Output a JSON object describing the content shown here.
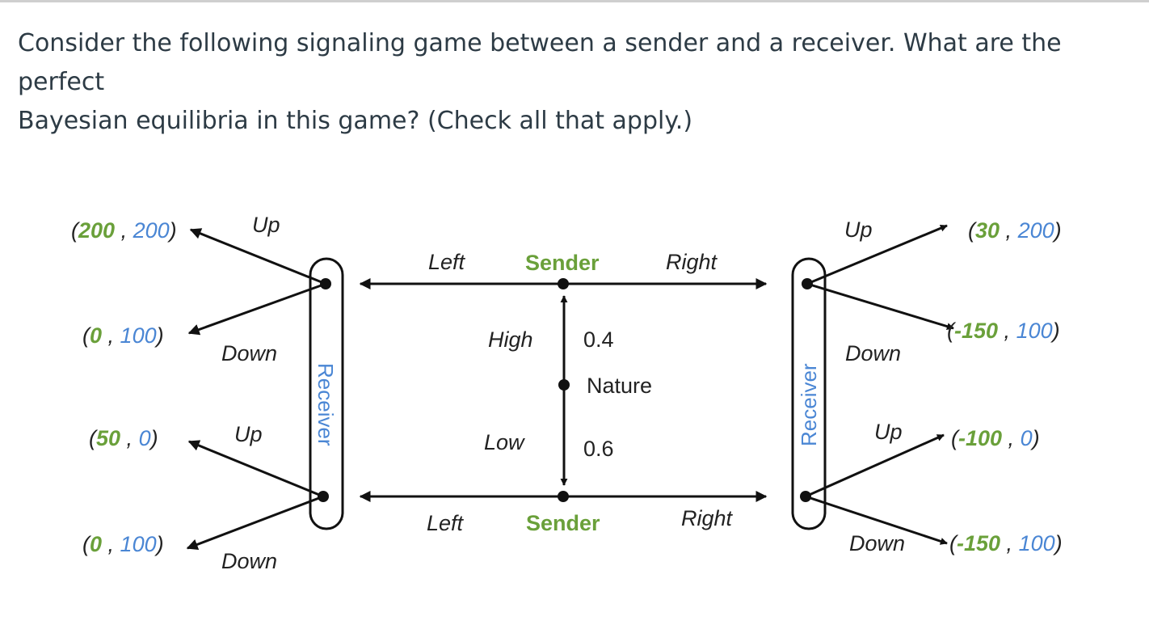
{
  "question": {
    "line1": "Consider the following signaling game between a sender and a receiver. What are the perfect",
    "line2": "Bayesian equilibria in this game? (Check all that apply.)"
  },
  "colors": {
    "sender": "#6aa03a",
    "receiver": "#4a86d4",
    "text": "#2d3b45",
    "lines": "#111111"
  },
  "game": {
    "nature": {
      "label": "Nature",
      "high_label": "High",
      "high_prob": "0.4",
      "low_label": "Low",
      "low_prob": "0.6"
    },
    "sender_high": {
      "label": "Sender",
      "left": "Left",
      "right": "Right"
    },
    "sender_low": {
      "label": "Sender",
      "left": "Left",
      "right": "Right"
    },
    "receiver_left": {
      "label": "Receiver"
    },
    "receiver_right": {
      "label": "Receiver"
    },
    "left_high": {
      "up": {
        "action": "Up",
        "sender": "200",
        "receiver": "200"
      },
      "down": {
        "action": "Down",
        "sender": "0",
        "receiver": "100"
      }
    },
    "left_low": {
      "up": {
        "action": "Up",
        "sender": "50",
        "receiver": "0"
      },
      "down": {
        "action": "Down",
        "sender": "0",
        "receiver": "100"
      }
    },
    "right_high": {
      "up": {
        "action": "Up",
        "sender": "30",
        "receiver": "200"
      },
      "down": {
        "action": "Down",
        "sender": "-150",
        "receiver": "100"
      }
    },
    "right_low": {
      "up": {
        "action": "Up",
        "sender": "-100",
        "receiver": "0"
      },
      "down": {
        "action": "Down",
        "sender": "-150",
        "receiver": "100"
      }
    }
  }
}
